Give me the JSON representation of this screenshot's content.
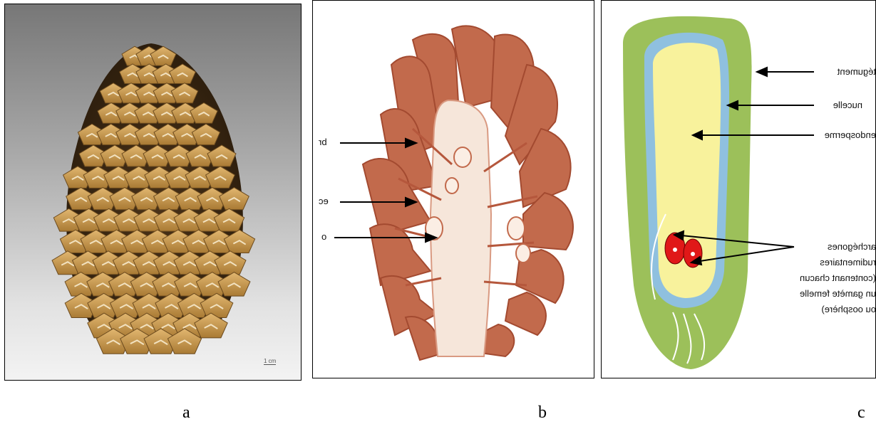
{
  "panels": {
    "a": {
      "caption": "a",
      "scale_bar": "1 cm"
    },
    "b": {
      "caption": "b",
      "labels": {
        "br": "br",
        "ec": "ec",
        "o": "o"
      }
    },
    "c": {
      "caption": "c",
      "labels": {
        "tegument": "tégument",
        "nucelle": "nucelle",
        "endosperme": "endosperme",
        "archegones_1": "archégones",
        "archegones_2": "rudimentaires",
        "archegones_3": "(contenant chacun",
        "archegones_4": "un gamète femelle",
        "archegones_5": "ou oosphère)"
      }
    }
  },
  "colors": {
    "cone_scale": "#c99a4e",
    "cone_shadow": "#3a2a14",
    "section_tissue": "#b5573c",
    "section_pale": "#f6e6da",
    "tegument": "#9cc05a",
    "nucelle": "#8fc0df",
    "endosperme": "#f8f29c",
    "archegone": "#e01818"
  }
}
